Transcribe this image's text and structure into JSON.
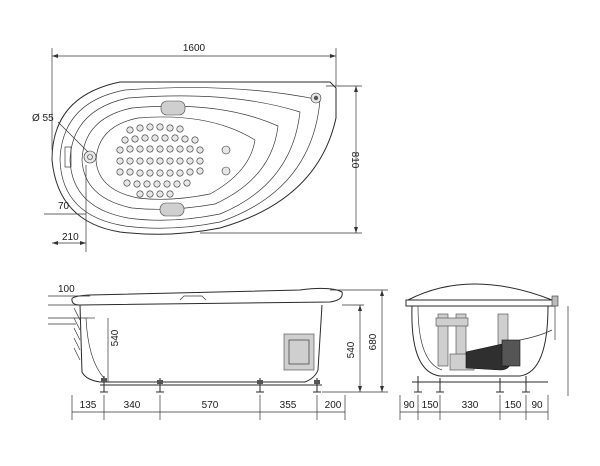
{
  "top_view": {
    "length": "1600",
    "width": "810",
    "drain_diameter": "Ø 55",
    "drain_offset_x": "210",
    "drain_offset_y": "70"
  },
  "side_view": {
    "rim_thickness": "100",
    "depth": "540",
    "total_height": "680",
    "height_right": "540",
    "feet_spacing": [
      "135",
      "340",
      "570",
      "355",
      "200"
    ]
  },
  "end_view": {
    "feet_spacing": [
      "90",
      "150",
      "330",
      "150",
      "90"
    ]
  }
}
